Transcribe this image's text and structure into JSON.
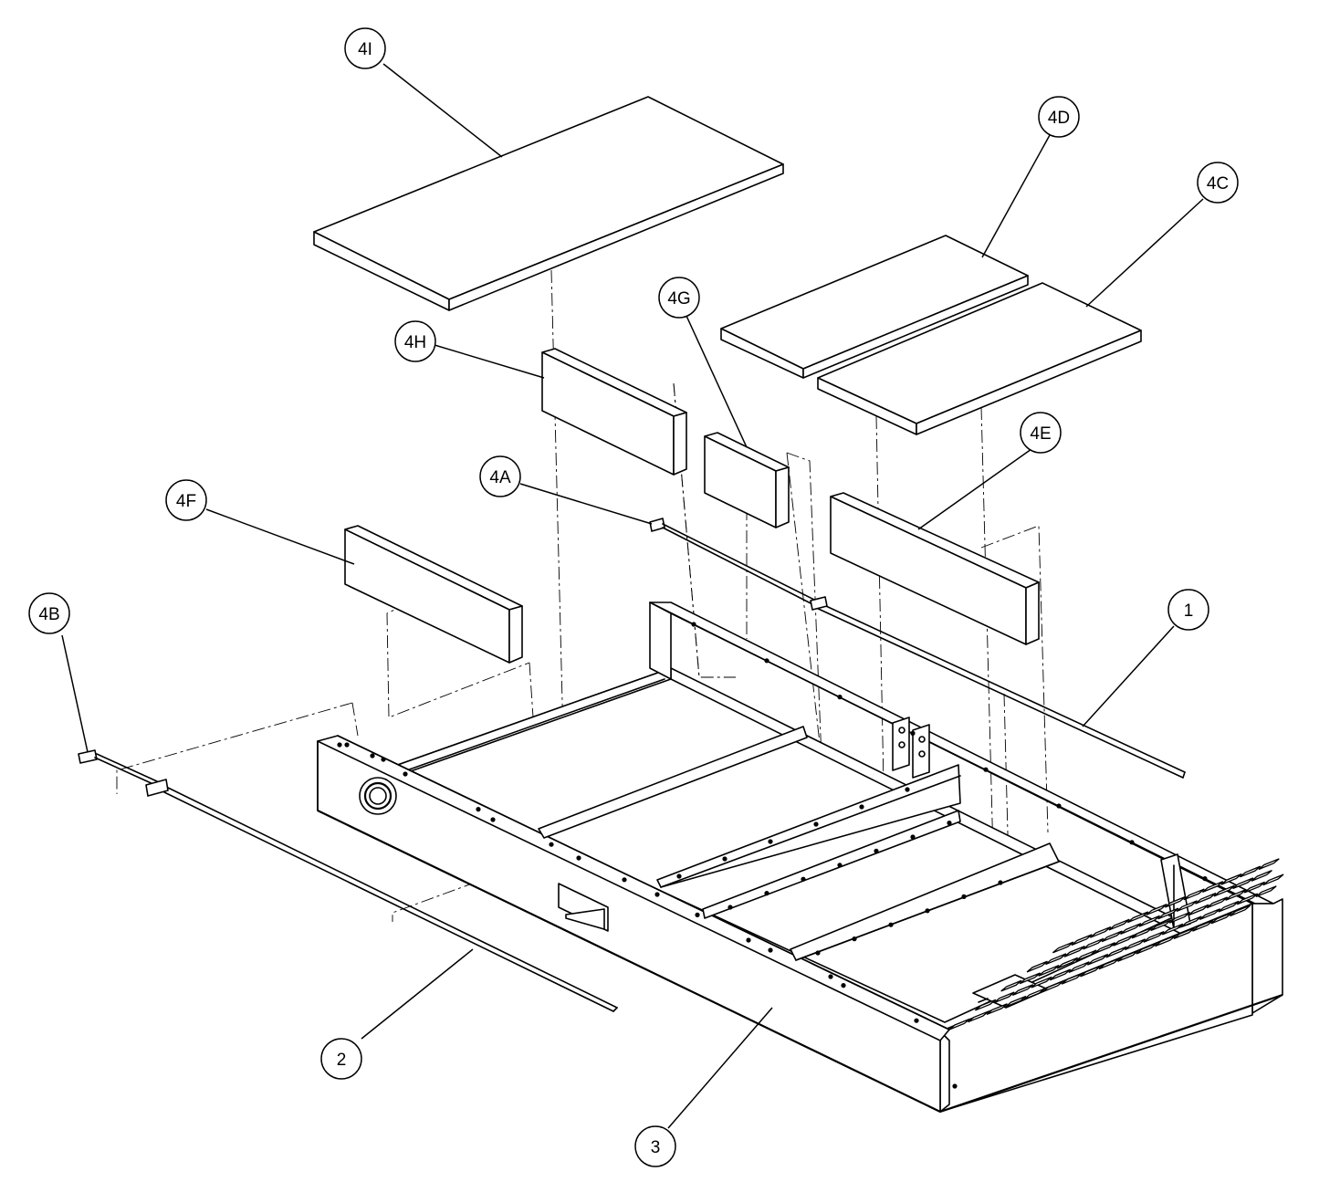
{
  "callouts": [
    {
      "id": "4I",
      "label": "4I"
    },
    {
      "id": "4D",
      "label": "4D"
    },
    {
      "id": "4C",
      "label": "4C"
    },
    {
      "id": "4G",
      "label": "4G"
    },
    {
      "id": "4H",
      "label": "4H"
    },
    {
      "id": "4E",
      "label": "4E"
    },
    {
      "id": "4A",
      "label": "4A"
    },
    {
      "id": "4F",
      "label": "4F"
    },
    {
      "id": "4B",
      "label": "4B"
    },
    {
      "id": "1",
      "label": "1"
    },
    {
      "id": "2",
      "label": "2"
    },
    {
      "id": "3",
      "label": "3"
    }
  ]
}
